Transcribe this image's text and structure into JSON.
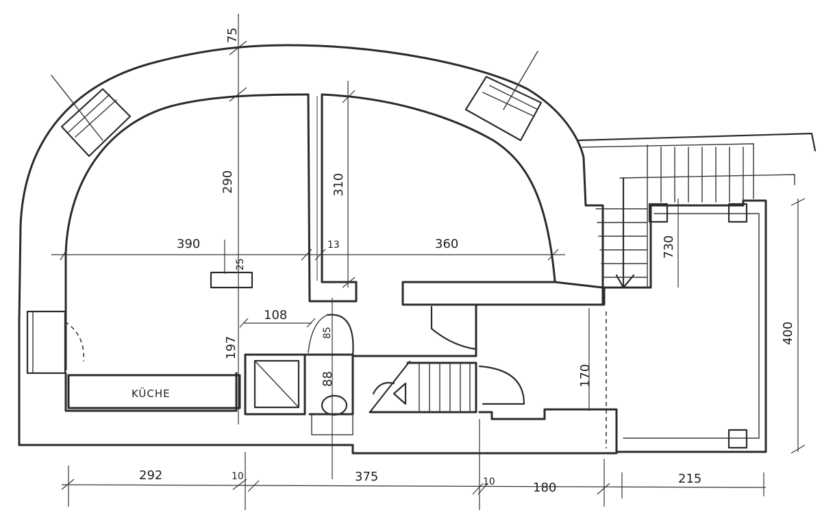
{
  "room_label": "KÜCHE",
  "dimensions": {
    "top_wall": "75",
    "left_room_depth": "290",
    "right_room_depth": "310",
    "left_room_width": "390",
    "wall_13": "13",
    "right_room_width": "360",
    "pillar_25": "25",
    "hall_108": "108",
    "door_85": "85",
    "left_197": "197",
    "bath_88": "88",
    "stair_730": "730",
    "right_400": "400",
    "hall_170": "170",
    "bottom_292": "292",
    "bottom_10a": "10",
    "bottom_375": "375",
    "bottom_10b": "10",
    "bottom_180": "180",
    "bottom_215": "215"
  }
}
